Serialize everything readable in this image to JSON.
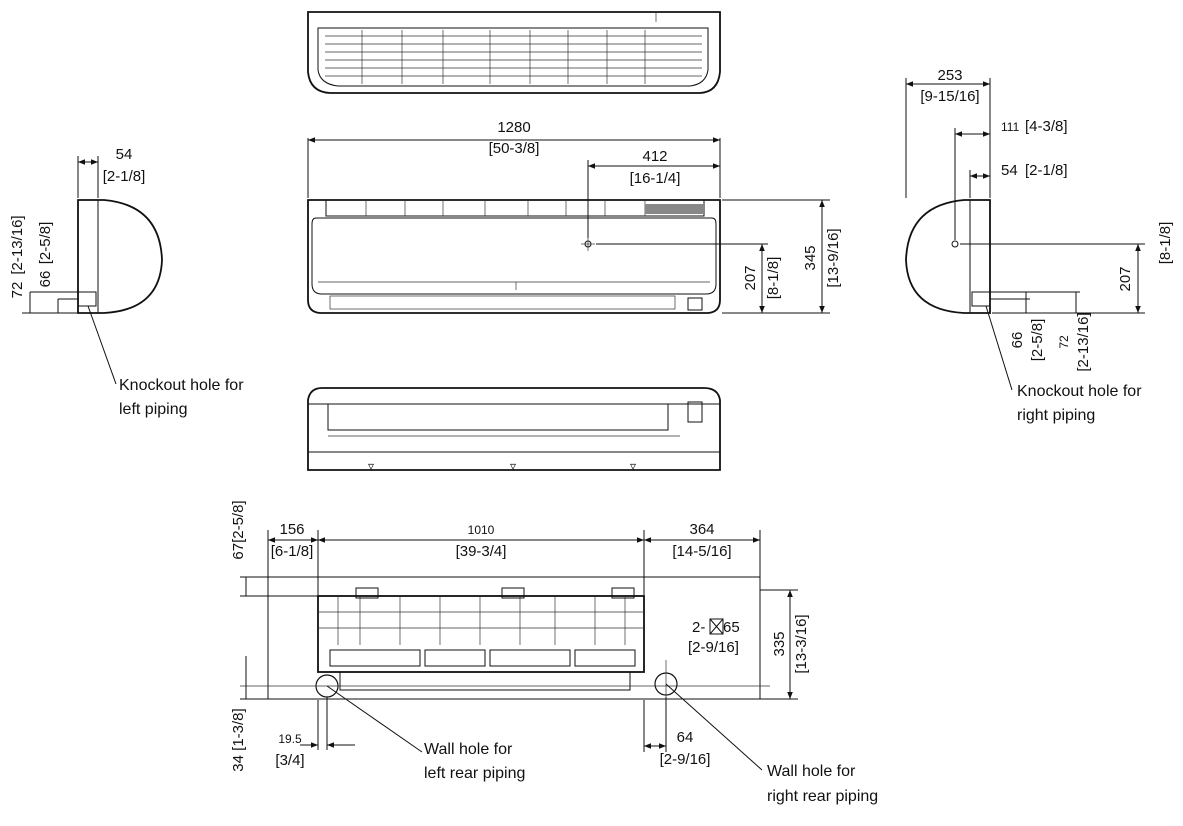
{
  "dimensions": {
    "front_width_mm": "1280",
    "front_width_in": "[50-3/8]",
    "center_offset_mm": "412",
    "center_offset_in": "[16-1/4]",
    "height_mm": "345",
    "height_in": "[13-9/16]",
    "center_height_mm": "207",
    "center_height_in": "[8-1/8]",
    "left_side_depth_mm": "54",
    "left_side_depth_in": "[2-1/8]",
    "left_72": "72",
    "left_72_in": "[2-13/16]",
    "left_66": "66",
    "left_66_in": "[2-5/8]",
    "right_depth_mm": "253",
    "right_depth_in": "[9-15/16]",
    "right_111": "111",
    "right_111_in": "[4-3/8]",
    "right_54": "54",
    "right_54_in": "[2-1/8]",
    "right_207": "207",
    "right_207_in": "[8-1/8]",
    "right_66": "66",
    "right_66_in": "[2-5/8]",
    "right_72": "72",
    "right_72_in": "[2-13/16]",
    "plate_67_in": "67[2-5/8]",
    "plate_156": "156",
    "plate_156_in": "[6-1/8]",
    "plate_1010": "1010",
    "plate_1010_in": "[39-3/4]",
    "plate_364": "364",
    "plate_364_in": "[14-5/16]",
    "plate_335": "335",
    "plate_335_in": "[13-3/16]",
    "plate_34_in": "34 [1-3/8]",
    "plate_19_5": "19.5",
    "plate_19_5_in": "[3/4]",
    "plate_64": "64",
    "plate_64_in": "[2-9/16]",
    "hole_qty": "2-",
    "hole_dia": "65",
    "hole_dia_in": "[2-9/16]"
  },
  "notes": {
    "knockout_left_1": "Knockout hole for",
    "knockout_left_2": "left piping",
    "knockout_right_1": "Knockout hole for",
    "knockout_right_2": "right piping",
    "wall_left_1": "Wall hole for",
    "wall_left_2": "left rear piping",
    "wall_right_1": "Wall hole for",
    "wall_right_2": "right rear piping"
  }
}
